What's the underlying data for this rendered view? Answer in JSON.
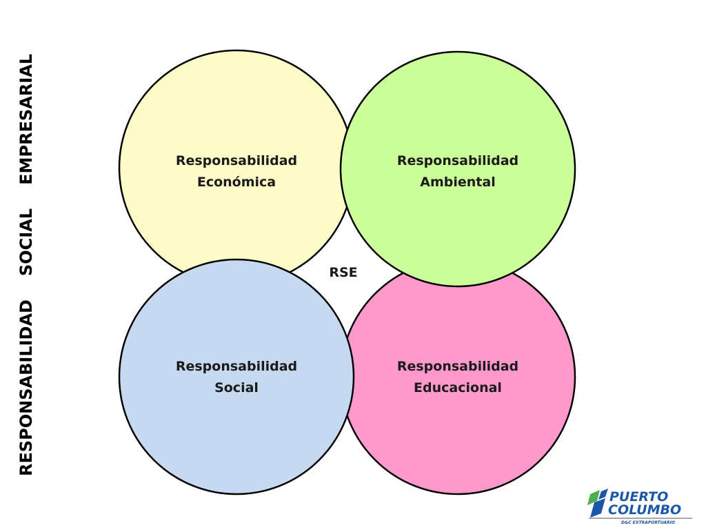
{
  "title": {
    "words": [
      "RESPONSABILIDAD",
      "SOCIAL",
      "EMPRESARIAL"
    ]
  },
  "center_label": "RSE",
  "circles": [
    {
      "line1": "Responsabilidad",
      "line2": "Económica",
      "color": "#fdfcc8"
    },
    {
      "line1": "Responsabilidad",
      "line2": "Ambiental",
      "color": "#ccfe99"
    },
    {
      "line1": "Responsabilidad",
      "line2": "Social",
      "color": "#c6d9f1"
    },
    {
      "line1": "Responsabilidad",
      "line2": "Educacional",
      "color": "#ff99cc"
    }
  ],
  "logo": {
    "line1": "PUERTO",
    "line2": "COLUMBO",
    "tagline": "D&C EXTRAPORTUARIO",
    "colors": {
      "blue": "#1b57a6",
      "green": "#4cae4c",
      "gray": "#8a8a8a"
    }
  }
}
